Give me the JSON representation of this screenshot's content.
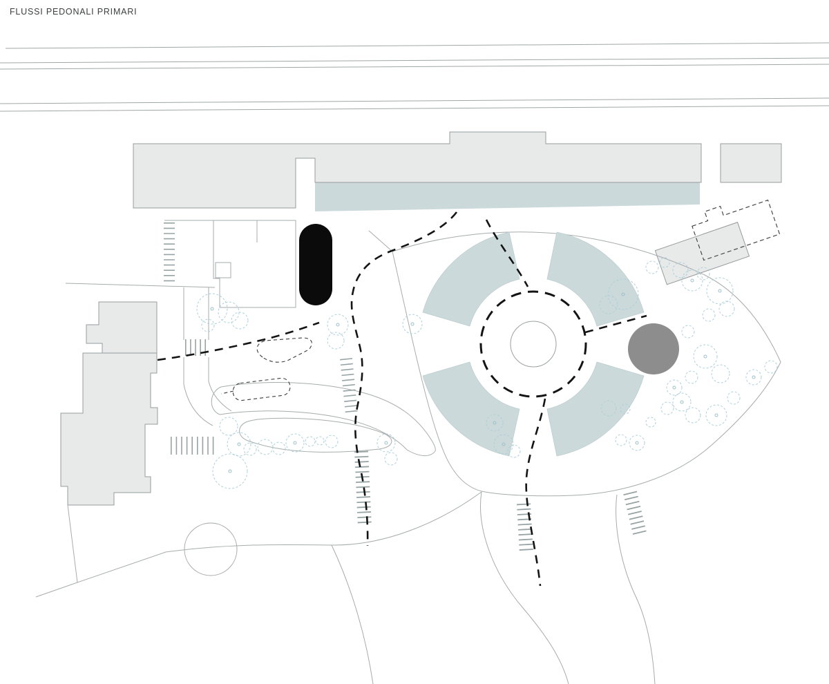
{
  "title": "FLUSSI PEDONALI PRIMARI",
  "plan": {
    "type": "architectural-site-plan",
    "language": "Italian",
    "subject": "primary pedestrian flows diagram",
    "features": [
      "railway-road-lines",
      "main-building-long-block",
      "annex-building-right",
      "teal-paving-band",
      "black-pavilion-pill",
      "existing-buildings-left",
      "courtyard-building-outline",
      "central-circular-plaza",
      "plaza-paving-quadrants",
      "gray-pavilion-circle",
      "pedestrian-flow-dashed-paths",
      "trees-dashed-canopies",
      "stairs-and-crosswalk-hatching",
      "planned-buildings-dashed-northeast",
      "garden-curved-paths",
      "pond-circle-southwest",
      "roads-south"
    ]
  },
  "colors": {
    "background": "#ffffff",
    "building_fill": "#e8e9e9",
    "building_stroke": "#969c9c",
    "paving_teal": "#ccd9da",
    "tree_stroke": "#add0d9",
    "flow_dash_black": "#141414",
    "road_stroke": "#a6abab",
    "pavilion_black": "#0b0b0b",
    "pavilion_gray_circle": "#8d8d8d",
    "hatch_gray": "#97a3a3",
    "title_text": "#3c3f3f"
  },
  "counts": {
    "railway_lines": 5,
    "plaza_paving_quadrants": 4,
    "primary_flow_paths": 5
  }
}
